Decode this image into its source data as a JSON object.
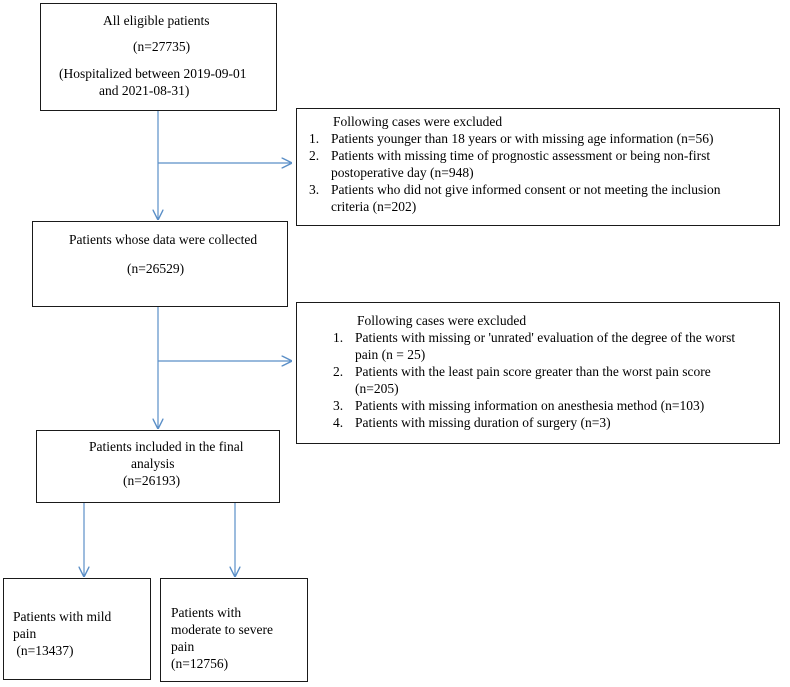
{
  "nodes": {
    "eligible": {
      "title": "All eligible patients",
      "count": "(n=27735)",
      "period_line1": "(Hospitalized between 2019-09-01",
      "period_line2": "and 2021-08-31)"
    },
    "exclusion1": {
      "heading": "Following cases were excluded",
      "items": [
        {
          "num": "1.",
          "line1": "Patients younger than 18 years or with missing age information (n=56)",
          "line2": ""
        },
        {
          "num": "2.",
          "line1": "Patients with missing time of prognostic assessment or being non-first",
          "line2": "postoperative day (n=948)"
        },
        {
          "num": "3.",
          "line1": "Patients who did not give informed consent or not meeting the inclusion",
          "line2": "criteria (n=202)"
        }
      ]
    },
    "collected": {
      "title": "Patients whose data were collected",
      "count": "(n=26529)"
    },
    "exclusion2": {
      "heading": "Following cases were excluded",
      "items": [
        {
          "num": "1.",
          "line1": "Patients with missing or 'unrated' evaluation of the degree of the worst",
          "line2": "pain (n = 25)"
        },
        {
          "num": "2.",
          "line1": "Patients with the least pain score greater than the worst pain score",
          "line2": "(n=205)"
        },
        {
          "num": "3.",
          "line1": "Patients with missing information on anesthesia method (n=103)",
          "line2": ""
        },
        {
          "num": "4.",
          "line1": "Patients with missing duration of surgery (n=3)",
          "line2": ""
        }
      ]
    },
    "final": {
      "title_line1": "Patients included in the final",
      "title_line2": "analysis",
      "count": "(n=26193)"
    },
    "mild": {
      "line1": "Patients with mild",
      "line2": "pain",
      "count": " (n=13437)"
    },
    "severe": {
      "line1": "Patients with",
      "line2": "moderate to severe",
      "line3": "pain",
      "count": "(n=12756)"
    }
  },
  "colors": {
    "arrow": "#5b8fc7",
    "border": "#1a1a1a"
  }
}
